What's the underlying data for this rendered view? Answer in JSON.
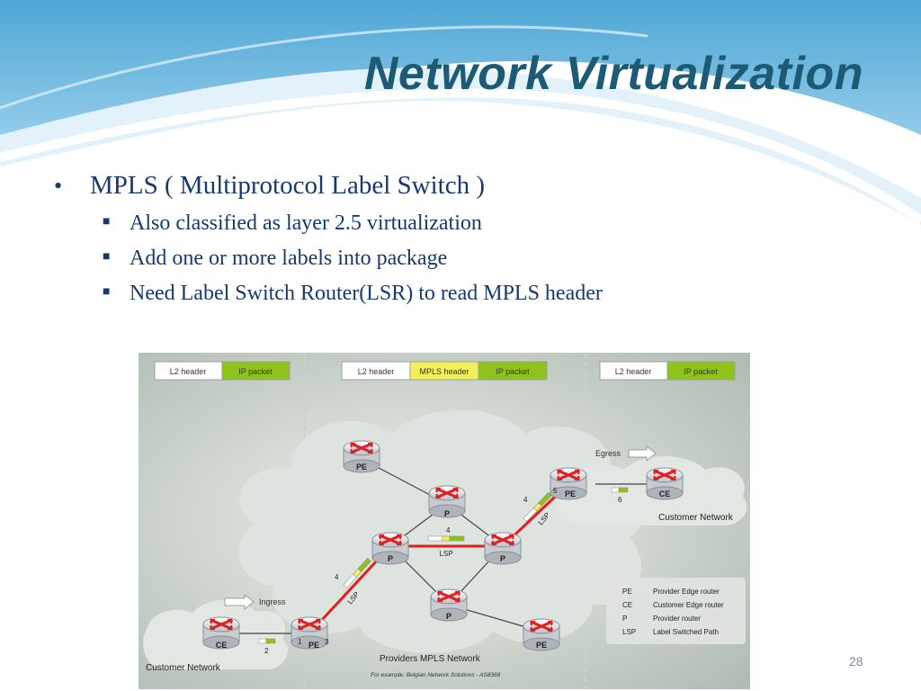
{
  "slide": {
    "title": "Network Virtualization",
    "page_number": "28",
    "bullets": [
      {
        "text": "MPLS ( Multiprotocol Label Switch )",
        "sub": [
          "Also classified as layer 2.5 virtualization",
          "Add one or more labels into package",
          "Need Label Switch Router(LSR) to read MPLS header"
        ]
      }
    ]
  },
  "diagram": {
    "headers": {
      "left": [
        "L2 header",
        "IP packet"
      ],
      "middle": [
        "L2 header",
        "MPLS header",
        "IP packet"
      ],
      "right": [
        "L2 header",
        "IP packet"
      ]
    },
    "nodes": {
      "pe_top": "PE",
      "p_top": "P",
      "p_left": "P",
      "p_right": "P",
      "p_bottom": "P",
      "pe_right": "PE",
      "pe_bottom_right": "PE",
      "pe_ingress": "PE",
      "ce_left": "CE",
      "ce_right": "CE"
    },
    "labels": {
      "egress": "Egress",
      "ingress": "Ingress",
      "lsp": "LSP",
      "customer_network": "Customer Network",
      "providers_network": "Providers MPLS Network",
      "example": "For example: Belgian Network Solutions - AS8368",
      "step1": "1",
      "step2": "2",
      "step3": "3",
      "step4": "4",
      "step5": "5",
      "step6": "6"
    },
    "legend": [
      {
        "abbr": "PE",
        "desc": "Provider Edge router"
      },
      {
        "abbr": "CE",
        "desc": "Customer Edge router"
      },
      {
        "abbr": "P",
        "desc": "Provider router"
      },
      {
        "abbr": "LSP",
        "desc": "Label Switched Path"
      }
    ],
    "colors": {
      "ip_packet": "#8ec31e",
      "mpls_header": "#f2ef5a",
      "lsp_path": "#e02020",
      "router_arrow": "#e02020"
    }
  }
}
